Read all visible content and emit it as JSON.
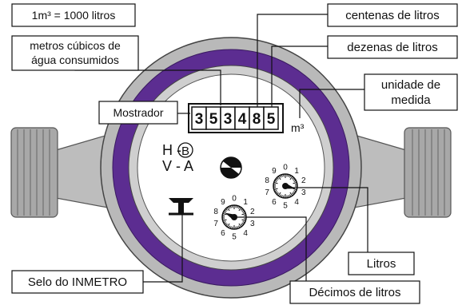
{
  "colors": {
    "housing": "#bdbdbd",
    "ring_outer": "#8e8e8e",
    "purple_ring": "#5c2d91",
    "face": "#ffffff",
    "ink": "#111111"
  },
  "labels": {
    "conversion": "1m³ = 1000 litros",
    "cubic_meters_line1": "metros cúbicos de",
    "cubic_meters_line2": "água consumidos",
    "display": "Mostrador",
    "hundreds": "centenas de litros",
    "tens": "dezenas de litros",
    "unit_line1": "unidade de",
    "unit_line2": "medida",
    "liters": "Litros",
    "tenths": "Décimos de litros",
    "seal": "Selo do INMETRO"
  },
  "face": {
    "unit_symbol": "m³",
    "position_h": "H -",
    "position_h_circled": "B",
    "position_v": "V - A",
    "digits": [
      "3",
      "5",
      "3",
      "4",
      "8",
      "5"
    ]
  },
  "dials": {
    "liters": {
      "numbers": [
        "0",
        "1",
        "2",
        "3",
        "4",
        "5",
        "6",
        "7",
        "8",
        "9"
      ]
    },
    "tenths": {
      "numbers": [
        "0",
        "1",
        "2",
        "3",
        "4",
        "5",
        "6",
        "7",
        "8",
        "9"
      ]
    }
  }
}
